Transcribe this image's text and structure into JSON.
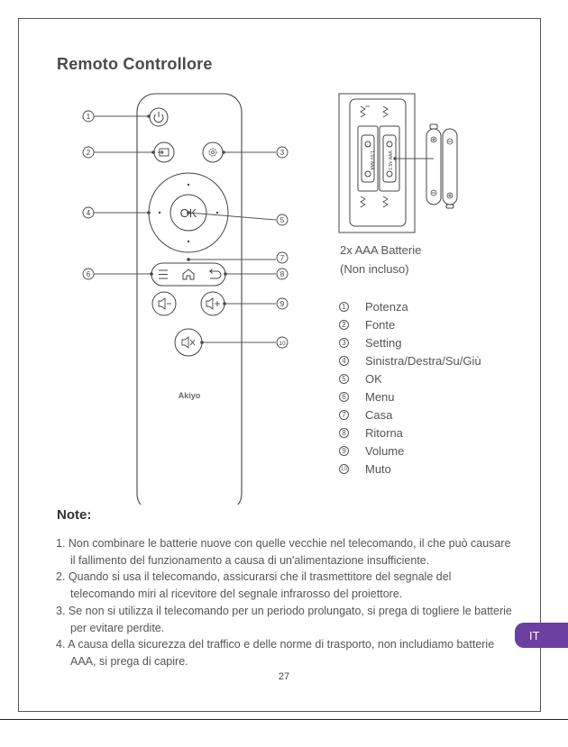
{
  "title": "Remoto Controllore",
  "remote": {
    "ok_label": "OK",
    "brand": "Akiyo",
    "callouts": [
      "1",
      "2",
      "3",
      "4",
      "5",
      "6",
      "7",
      "8",
      "9",
      "10"
    ]
  },
  "battery": {
    "battery_label": "1.5V AAA",
    "caption_line1": "2x AAA Batterie",
    "caption_line2": "(Non incluso)"
  },
  "legend": [
    {
      "num": "1",
      "label": "Potenza"
    },
    {
      "num": "2",
      "label": "Fonte"
    },
    {
      "num": "3",
      "label": "Setting"
    },
    {
      "num": "4",
      "label": "Sinistra/Destra/Su/Giù"
    },
    {
      "num": "5",
      "label": "OK"
    },
    {
      "num": "6",
      "label": "Menu"
    },
    {
      "num": "7",
      "label": "Casa"
    },
    {
      "num": "8",
      "label": "Ritorna"
    },
    {
      "num": "9",
      "label": "Volume"
    },
    {
      "num": "10",
      "label": "Muto"
    }
  ],
  "notes_title": "Note:",
  "notes": [
    "1.  Non combinare le batterie nuove con quelle vecchie nel telecomando, il che può causare il fallimento del funzionamento a causa di un'alimentazione insufficiente.",
    "2. Quando si usa il telecomando, assicurarsi che il trasmettitore del segnale del telecomando miri al ricevitore del segnale infrarosso del proiettore.",
    "3. Se non si utilizza il telecomando per un periodo prolungato, si prega di togliere le batterie per evitare perdite.",
    "4. A causa della sicurezza del traffico e delle norme di trasporto, non includiamo batterie AAA, si prega di capire."
  ],
  "lang_tab": "IT",
  "page_number": "27"
}
